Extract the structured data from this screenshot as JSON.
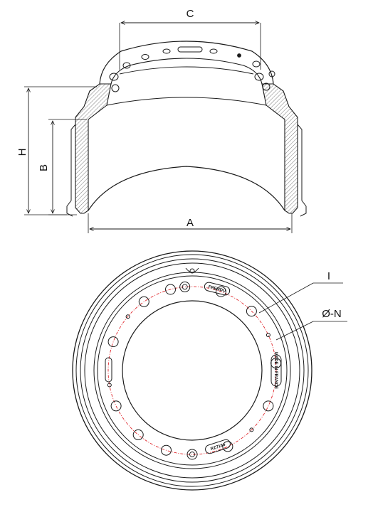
{
  "dimensions": {
    "c": "C",
    "h": "H",
    "b": "B",
    "a": "A",
    "i": "I",
    "n": "Ø-N"
  },
  "stamps": {
    "top": "FRENDU",
    "right": "MADE IN FRANCE",
    "bottom": "RZ7184"
  },
  "colors": {
    "line": "#1a1a1a",
    "hatch": "#555555",
    "pitch_circle": "#e0262b"
  }
}
